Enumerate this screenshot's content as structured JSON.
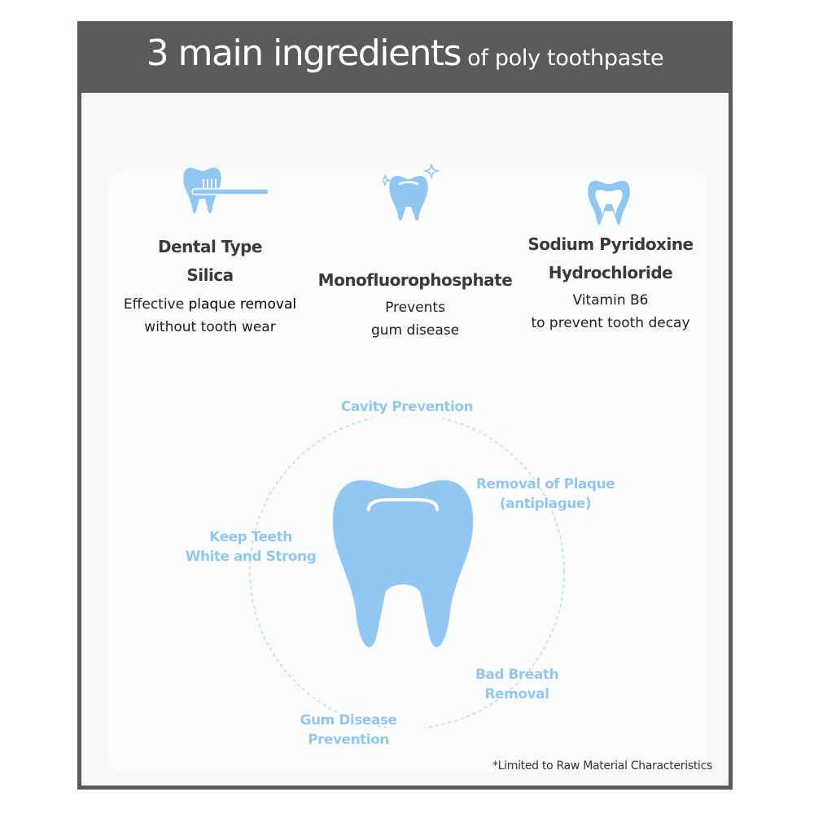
{
  "header": {
    "title_main": "3 main ingredients",
    "title_sub": "of poly toothpaste"
  },
  "ingredients": [
    {
      "name_line1": "Dental Type",
      "name_line2": "Silica",
      "desc_line1_a": "Effective ",
      "desc_line1_b": "plaque removal",
      "desc_line2": "without tooth wear",
      "icon": "tooth-toothbrush-icon"
    },
    {
      "name_line1": "Monofluorophosphate",
      "desc_line1": "Prevents",
      "desc_line2": "gum disease",
      "icon": "sparkling-tooth-icon"
    },
    {
      "name_line1": "Sodium Pyridoxine",
      "name_line2": "Hydrochloride",
      "desc_line1": "Vitamin B6",
      "desc_line2": "to prevent tooth decay",
      "icon": "tooth-outline-icon"
    }
  ],
  "benefits": {
    "cavity": "Cavity Prevention",
    "plaque_line1": "Removal of Plaque",
    "plaque_line2": "(antiplague)",
    "white_line1": "Keep Teeth",
    "white_line2": "White and Strong",
    "breath_line1": "Bad Breath",
    "breath_line2": "Removal",
    "gum_line1": "Gum Disease",
    "gum_line2": "Prevention"
  },
  "footnote": "*Limited to Raw Material Characteristics",
  "colors": {
    "tooth_blue": "#92c6f3",
    "benefit_text": "#93c7ef",
    "header_bg": "#5a5a5a"
  }
}
